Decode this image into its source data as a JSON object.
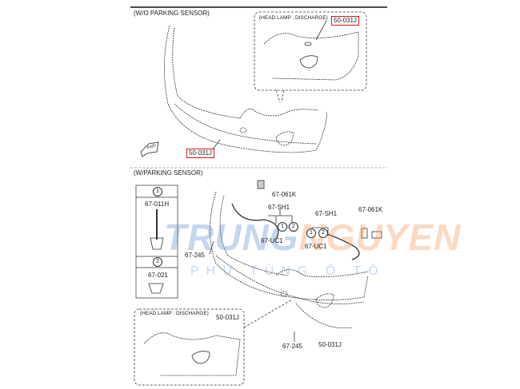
{
  "top_section": {
    "title": "(W/O PARKING SENSOR)",
    "inset_title": "(HEAD LAMP : DISCHARGE)",
    "inset_part": "50-031J",
    "main_part": "50-031J",
    "fwd_label": "FWD"
  },
  "bottom_section": {
    "title": "(W/PARKING SENSOR)",
    "legend": [
      {
        "num": "1",
        "part": "67-011H"
      },
      {
        "num": "2",
        "part": "67-021"
      }
    ],
    "labels": {
      "left_061k": "67-061K",
      "left_sh1": "67-SH1",
      "left_uc1": "67-UC1",
      "left_245": "67-245",
      "right_sh1": "67-SH1",
      "right_uc1": "67-UC1",
      "right_061k": "67-061K",
      "bottom_245": "67-245",
      "bumper": "50-031J"
    },
    "circle_nums": [
      "1",
      "2"
    ],
    "inset_title": "(HEAD LAMP : DISCHARGE)",
    "inset_part": "50-031J"
  },
  "watermark": {
    "brand_a": "TRUNG",
    "brand_b": "NGUYEN",
    "tagline": "PHỤ TÙNG Ô TÔ"
  },
  "colors": {
    "highlight": "#d9141e",
    "watermark_blue": "#5a8cc8",
    "watermark_orange": "#f09650"
  }
}
